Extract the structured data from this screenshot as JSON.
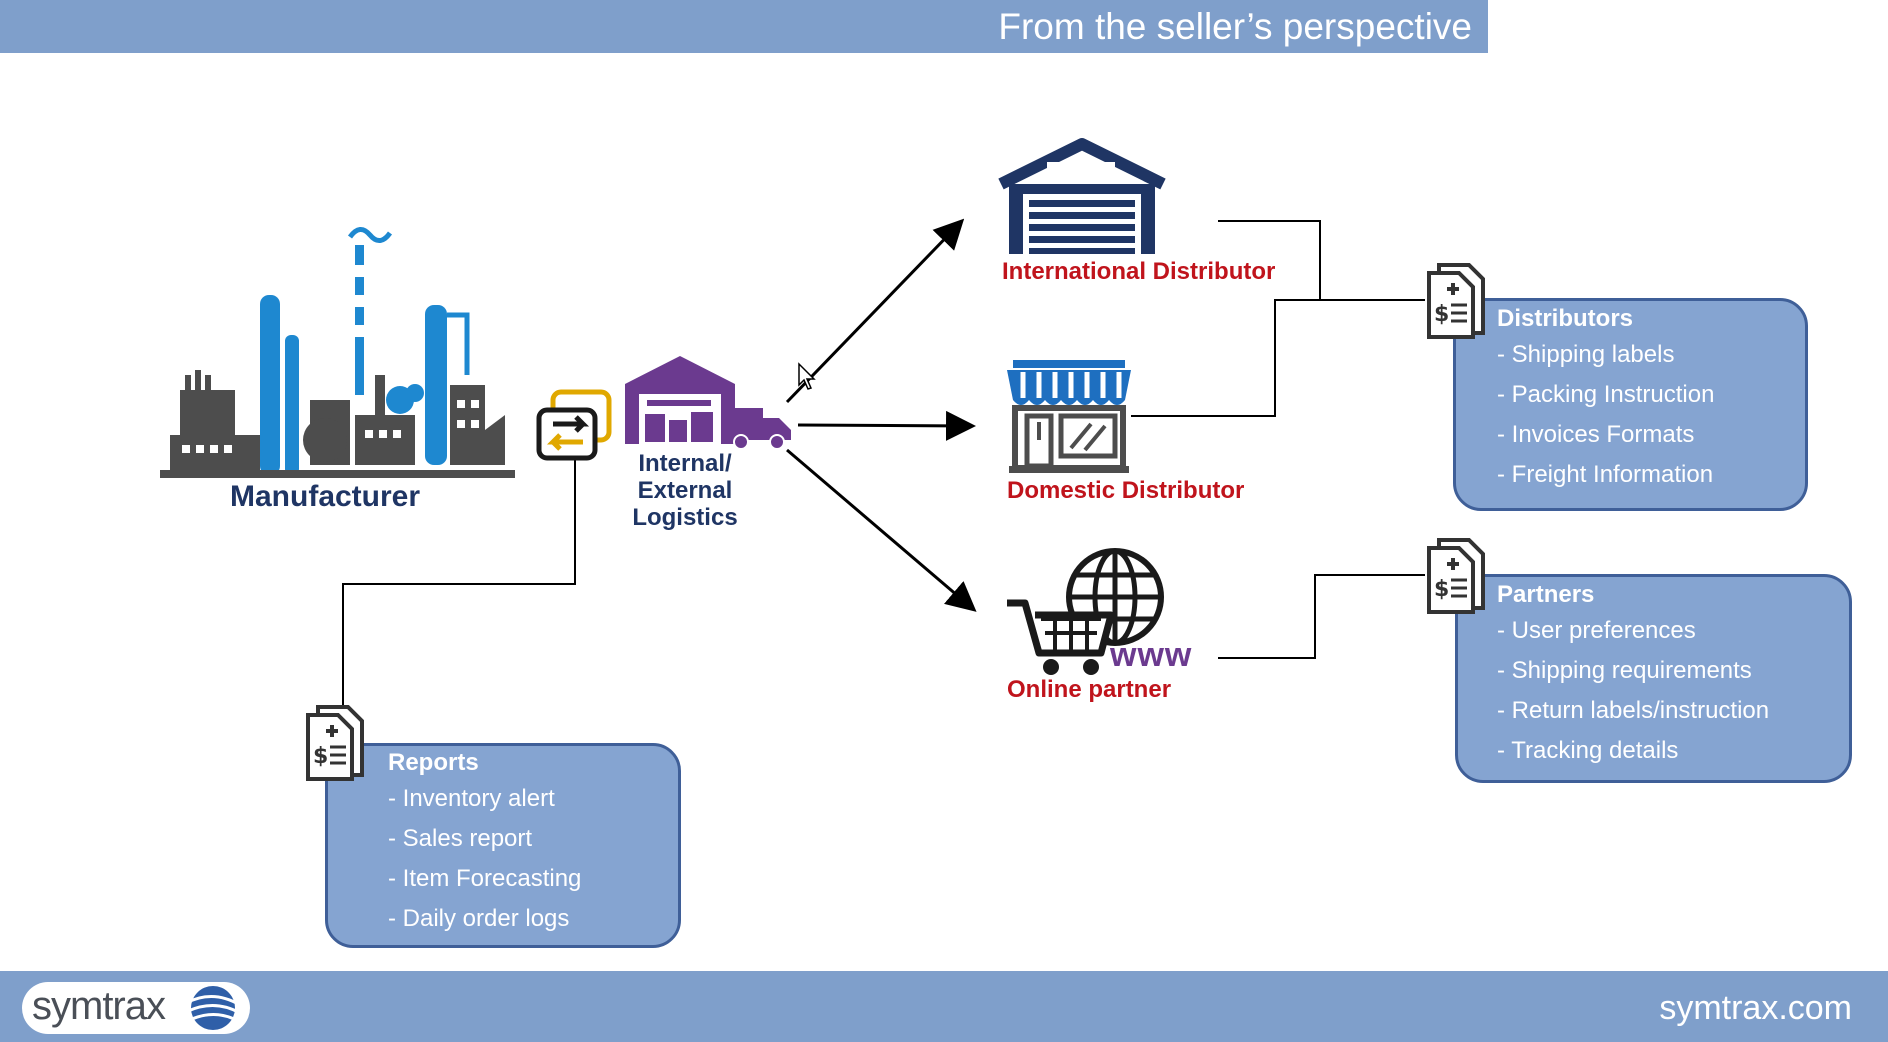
{
  "header": {
    "title": "From the seller’s perspective"
  },
  "footer": {
    "logo_text": "symtrax",
    "url": "symtrax.com"
  },
  "nodes": {
    "manufacturer": "Manufacturer",
    "logistics": [
      "Internal/",
      "External",
      "Logistics"
    ],
    "international": "International Distributor",
    "domestic": "Domestic Distributor",
    "online": "Online partner",
    "www": "www"
  },
  "boxes": {
    "distributors": {
      "title": "Distributors",
      "items": [
        "- Shipping labels",
        "- Packing Instruction",
        "- Invoices Formats",
        "- Freight Information"
      ]
    },
    "partners": {
      "title": "Partners",
      "items": [
        "- User preferences",
        "- Shipping requirements",
        "- Return labels/instruction",
        "- Tracking details"
      ]
    },
    "reports": {
      "title": "Reports",
      "items": [
        "- Inventory alert",
        "- Sales report",
        "- Item Forecasting",
        "- Daily order logs"
      ]
    }
  },
  "icons": [
    "factory-icon",
    "exchange-icon",
    "warehouse-truck-icon",
    "warehouse-garage-icon",
    "storefront-icon",
    "shopping-cart-globe-icon",
    "invoice-document-icon"
  ],
  "colors": {
    "banner": "#7f9fcb",
    "box_fill": "#85a4d1",
    "box_border": "#3f5f98",
    "label_red": "#c0141c",
    "label_navy": "#1f3564",
    "logistics_purple": "#6b3a8f",
    "factory_blue": "#1e88d0"
  }
}
